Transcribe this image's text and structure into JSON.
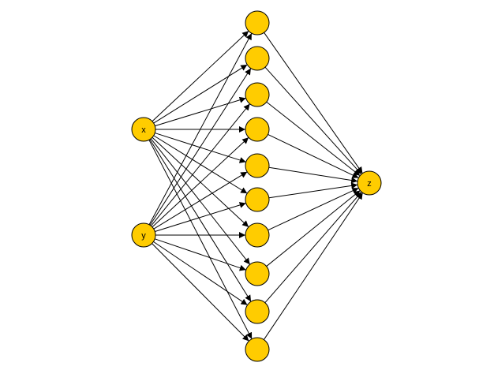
{
  "colors": {
    "node_fill": "#ffcc00",
    "node_stroke": "#000000",
    "edge": "#000000",
    "background": "#ffffff"
  },
  "inputs": [
    {
      "id": "x",
      "label": "x"
    },
    {
      "id": "y",
      "label": "y"
    }
  ],
  "hidden_count": 10,
  "output": {
    "id": "z",
    "label": "z"
  },
  "edges_description": "fully-connected-input-to-hidden-and-hidden-to-output"
}
